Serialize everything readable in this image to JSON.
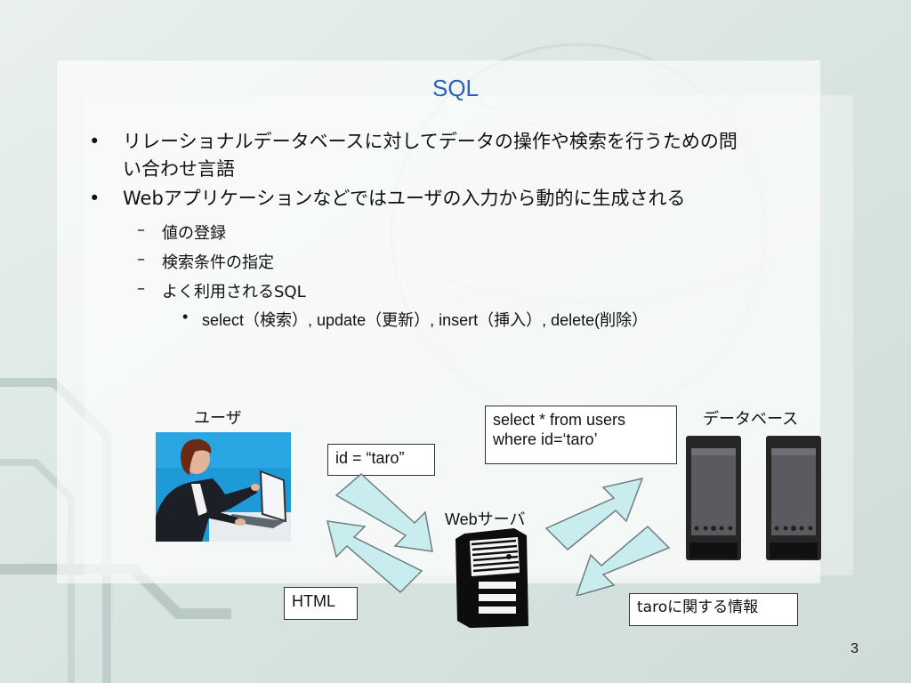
{
  "slide": {
    "title": "SQL",
    "page_number": "3"
  },
  "bullets": {
    "b1": {
      "line1": "リレーショナルデータベースに対してデータの操作や検索を行うための問",
      "line2": "い合わせ言語"
    },
    "b2": "Webアプリケーションなどではユーザの入力から動的に生成される",
    "sub": [
      "値の登録",
      "検索条件の指定",
      "よく利用されるSQL"
    ],
    "subsub": "select（検索）, update（更新）, insert（挿入）, delete(削除）"
  },
  "diagram": {
    "user_label": "ユーザ",
    "db_label": "データベース",
    "server_label": "Webサーバ",
    "request_box": "id = “taro”",
    "query_box": {
      "line1": "select * from users",
      "line2": "where id=‘taro’"
    },
    "response_box": "HTML",
    "result_box": "taroに関する情報"
  },
  "colors": {
    "title": "#2a63b8",
    "arrow_fill": "#c9ecef",
    "arrow_stroke": "#6d7f80",
    "user_image_bg": "#1f9ad8"
  },
  "icons": {
    "bullet": "•",
    "dash": "–"
  }
}
